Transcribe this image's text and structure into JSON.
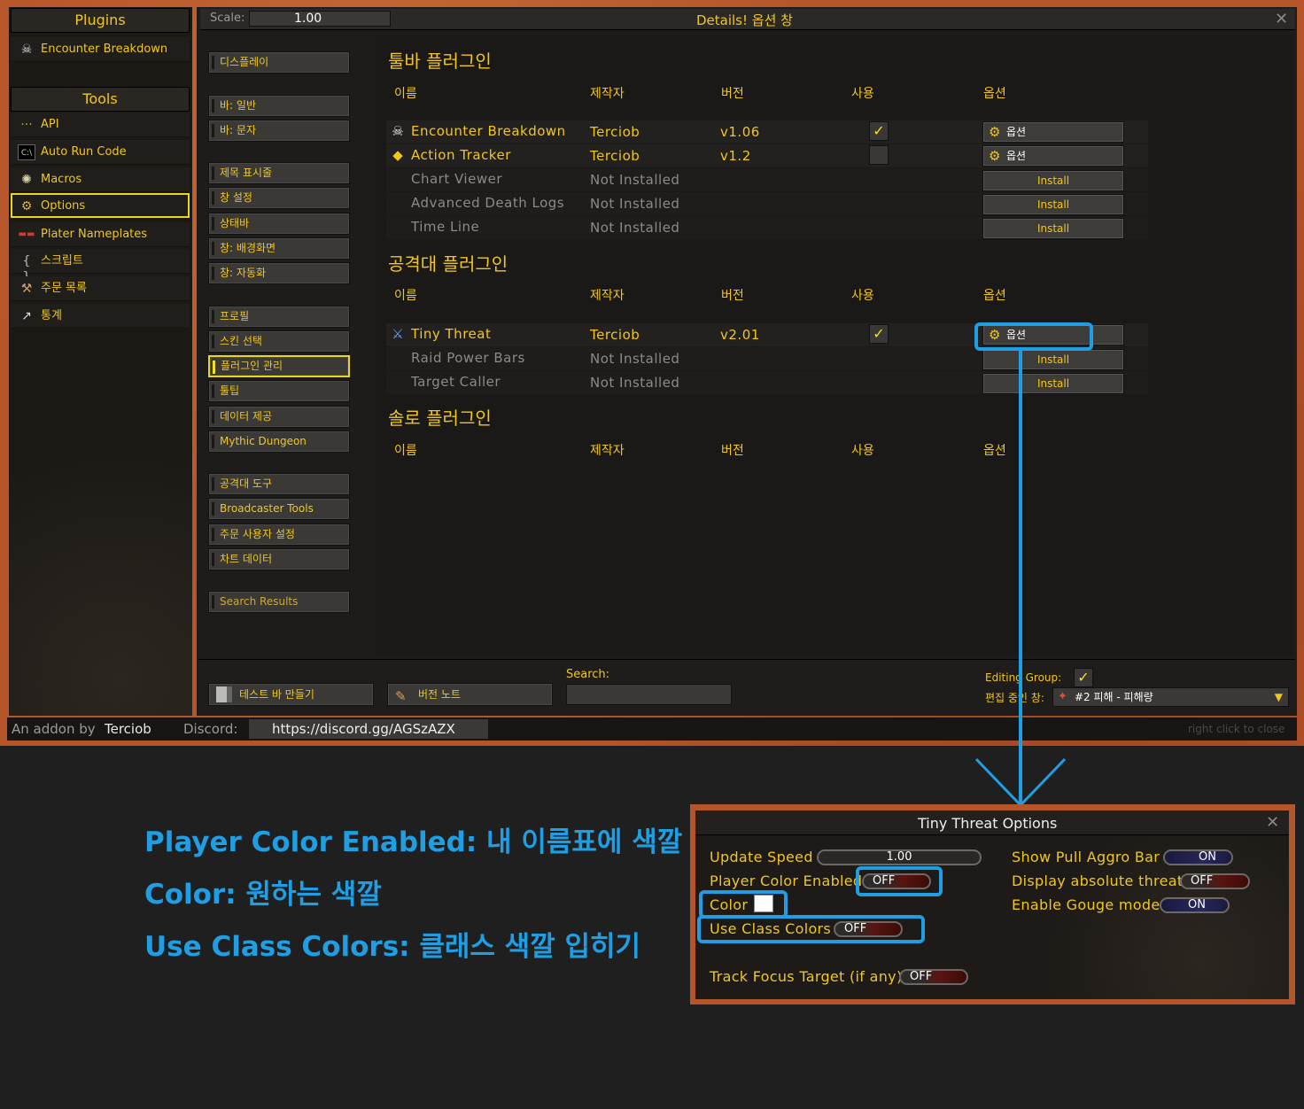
{
  "window": {
    "scale_label": "Scale:",
    "scale_value": "1.00",
    "title": "Details! 옵션 창",
    "close_glyph": "✕"
  },
  "left_panel": {
    "plugins_header": "Plugins",
    "plugins": [
      {
        "label": "Encounter Breakdown",
        "icon": "skull-icon"
      }
    ],
    "tools_header": "Tools",
    "tools": [
      {
        "label": "API",
        "icon": "dots-icon"
      },
      {
        "label": "Auto Run Code",
        "icon": "terminal-icon"
      },
      {
        "label": "Macros",
        "icon": "macros-icon"
      },
      {
        "label": "Options",
        "icon": "gear-icon",
        "active": true
      },
      {
        "label": "Plater Nameplates",
        "icon": "nameplates-icon"
      },
      {
        "label": "스크립트",
        "icon": "braces-icon"
      },
      {
        "label": "주문 목록",
        "icon": "hammer-icon"
      },
      {
        "label": "통계",
        "icon": "chart-icon"
      }
    ]
  },
  "nav": [
    "디스플레이",
    "바: 일반",
    "바: 문자",
    "제목 표시줄",
    "창 설정",
    "상태바",
    "창: 배경화면",
    "창: 자동화",
    "프로필",
    "스킨 선택",
    "플러그인 관리",
    "툴팁",
    "데이터 제공",
    "Mythic Dungeon",
    "공격대 도구",
    "Broadcaster Tools",
    "주문 사용자 설정",
    "차트 데이터",
    "Search Results"
  ],
  "nav_active": "플러그인 관리",
  "columns": {
    "name": "이름",
    "author": "제작자",
    "version": "버전",
    "enabled": "사용",
    "options": "옵션"
  },
  "toolbar_section": {
    "title": "툴바 플러그인",
    "rows": [
      {
        "name": "Encounter Breakdown",
        "author": "Terciob",
        "version": "v1.06",
        "enabled": true,
        "button": "옵션",
        "installed": true,
        "icon": "skull-icon"
      },
      {
        "name": "Action Tracker",
        "author": "Terciob",
        "version": "v1.2",
        "enabled": false,
        "button": "옵션",
        "installed": true,
        "icon": "tracker-icon"
      },
      {
        "name": "Chart Viewer",
        "author": "Not Installed",
        "version": "",
        "button": "Install",
        "installed": false
      },
      {
        "name": "Advanced Death Logs",
        "author": "Not Installed",
        "version": "",
        "button": "Install",
        "installed": false
      },
      {
        "name": "Time Line",
        "author": "Not Installed",
        "version": "",
        "button": "Install",
        "installed": false
      }
    ]
  },
  "raid_section": {
    "title": "공격대 플러그인",
    "rows": [
      {
        "name": "Tiny Threat",
        "author": "Terciob",
        "version": "v2.01",
        "enabled": true,
        "button": "옵션",
        "installed": true,
        "icon": "threat-icon"
      },
      {
        "name": "Raid Power Bars",
        "author": "Not Installed",
        "version": "",
        "button": "Install",
        "installed": false
      },
      {
        "name": "Target Caller",
        "author": "Not Installed",
        "version": "",
        "button": "Install",
        "installed": false
      }
    ]
  },
  "solo_section": {
    "title": "솔로 플러그인"
  },
  "bottom": {
    "test_bar_button": "테스트 바 만들기",
    "version_notes_button": "버전 노트",
    "search_label": "Search:",
    "search_value": "",
    "editing_group_label": "Editing Group:",
    "editing_group_check": "✓",
    "edit_window_label": "편집 중인 창:",
    "edit_window_value": "#2 피해 - 피해량"
  },
  "footer": {
    "addon_by": "An addon by",
    "author": "Terciob",
    "discord_label": "Discord:",
    "discord_url": "https://discord.gg/AGSzAZX",
    "hint": "right click to close"
  },
  "annotations": {
    "line1": "Player Color Enabled: 내 이름표에 색깔 지정",
    "line2": "Color: 원하는 색깔",
    "line3": "Use Class Colors: 클래스 색깔 입히기",
    "accent": "#1f9ee4"
  },
  "tiny_threat_options": {
    "title": "Tiny Threat Options",
    "update_speed_label": "Update Speed",
    "update_speed_value": "1.00",
    "player_color_label": "Player Color Enabled",
    "player_color_value": "OFF",
    "color_label": "Color",
    "color_swatch": "#ffffff",
    "class_colors_label": "Use Class Colors",
    "class_colors_value": "OFF",
    "track_focus_label": "Track Focus Target (if any)",
    "track_focus_value": "OFF",
    "pull_aggro_label": "Show Pull Aggro Bar",
    "pull_aggro_value": "ON",
    "absolute_threat_label": "Display absolute threat",
    "absolute_threat_value": "OFF",
    "gouge_label": "Enable Gouge mode",
    "gouge_value": "ON"
  },
  "colors": {
    "gold": "#f0c61f",
    "frame": "#b5552a",
    "accent": "#1f9ee4"
  }
}
